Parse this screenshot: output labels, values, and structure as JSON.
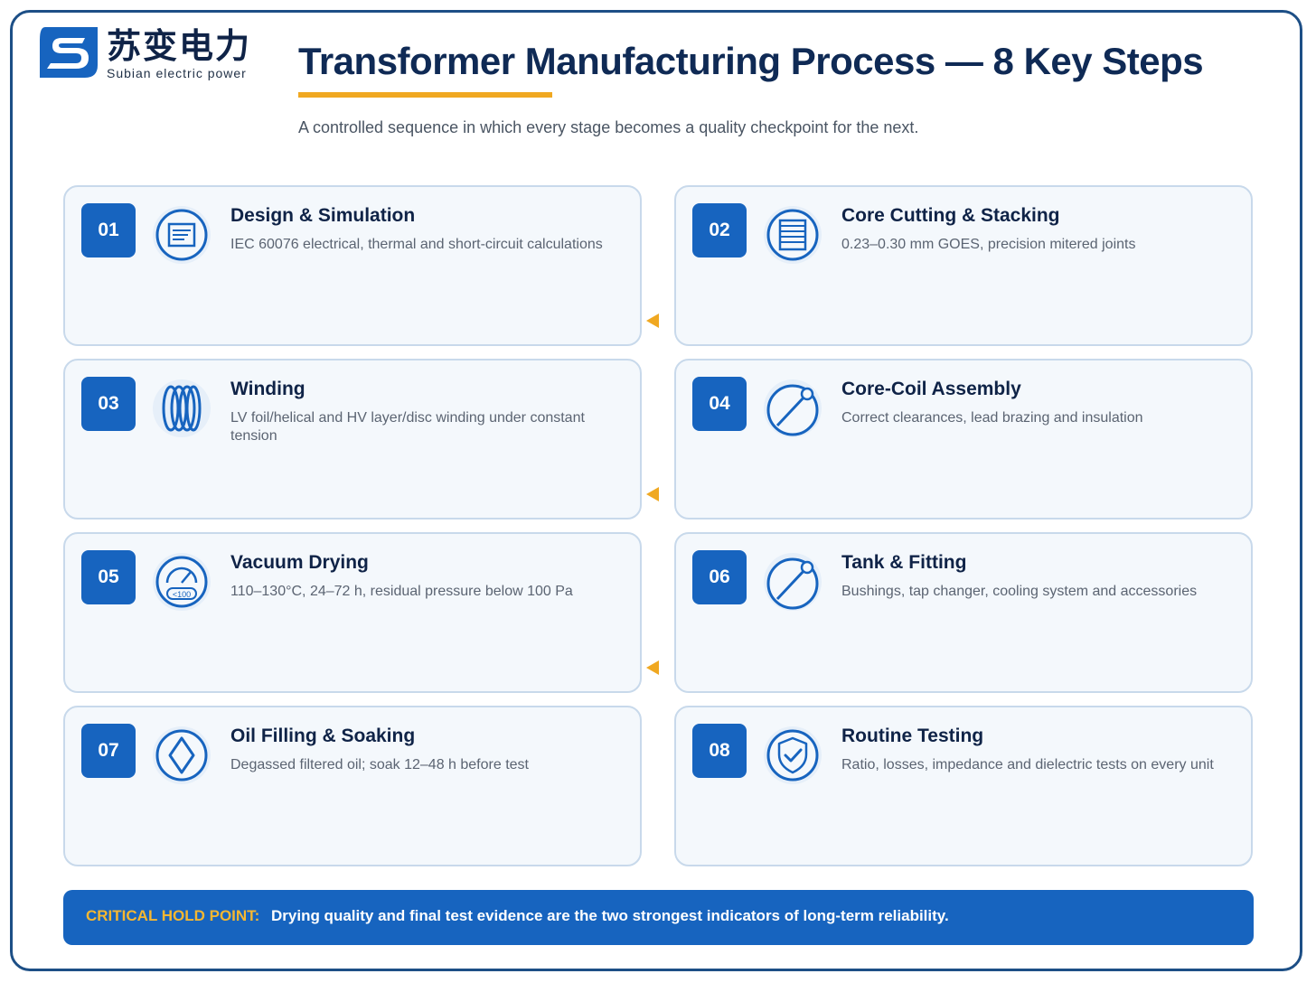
{
  "brand": {
    "name_cn": "苏变电力",
    "name_en": "Subian electric power",
    "colors": {
      "primary": "#1764bf",
      "accent": "#f0a821",
      "navy": "#0f2a55"
    }
  },
  "header": {
    "title": "Transformer Manufacturing Process — 8 Key Steps",
    "subtitle": "A controlled sequence in which every stage becomes a quality checkpoint for the next."
  },
  "steps": [
    {
      "number": "01",
      "title": "Design & Simulation",
      "description": "IEC 60076 electrical, thermal and short-circuit calculations",
      "icon": "document-icon"
    },
    {
      "number": "02",
      "title": "Core Cutting & Stacking",
      "description": "0.23–0.30 mm GOES, precision mitered joints",
      "icon": "core-laminations-icon"
    },
    {
      "number": "03",
      "title": "Winding",
      "description": "LV foil/helical and HV layer/disc winding under constant tension",
      "icon": "coil-icon"
    },
    {
      "number": "04",
      "title": "Core-Coil Assembly",
      "description": "Correct clearances, lead brazing and insulation",
      "icon": "assembly-icon"
    },
    {
      "number": "05",
      "title": "Vacuum Drying",
      "description": "110–130°C, 24–72 h, residual pressure below 100 Pa",
      "icon": "vacuum-gauge-icon",
      "icon_text": "<100"
    },
    {
      "number": "06",
      "title": "Tank & Fitting",
      "description": "Bushings, tap changer, cooling system and accessories",
      "icon": "fitting-icon"
    },
    {
      "number": "07",
      "title": "Oil Filling & Soaking",
      "description": "Degassed filtered oil; soak 12–48 h before test",
      "icon": "oil-drop-icon"
    },
    {
      "number": "08",
      "title": "Routine Testing",
      "description": "Ratio, losses, impedance and dielectric tests on every unit",
      "icon": "shield-check-icon"
    }
  ],
  "banner": {
    "label": "CRITICAL HOLD POINT:",
    "text": "Drying quality and final test evidence are the two strongest indicators of long-term reliability."
  }
}
